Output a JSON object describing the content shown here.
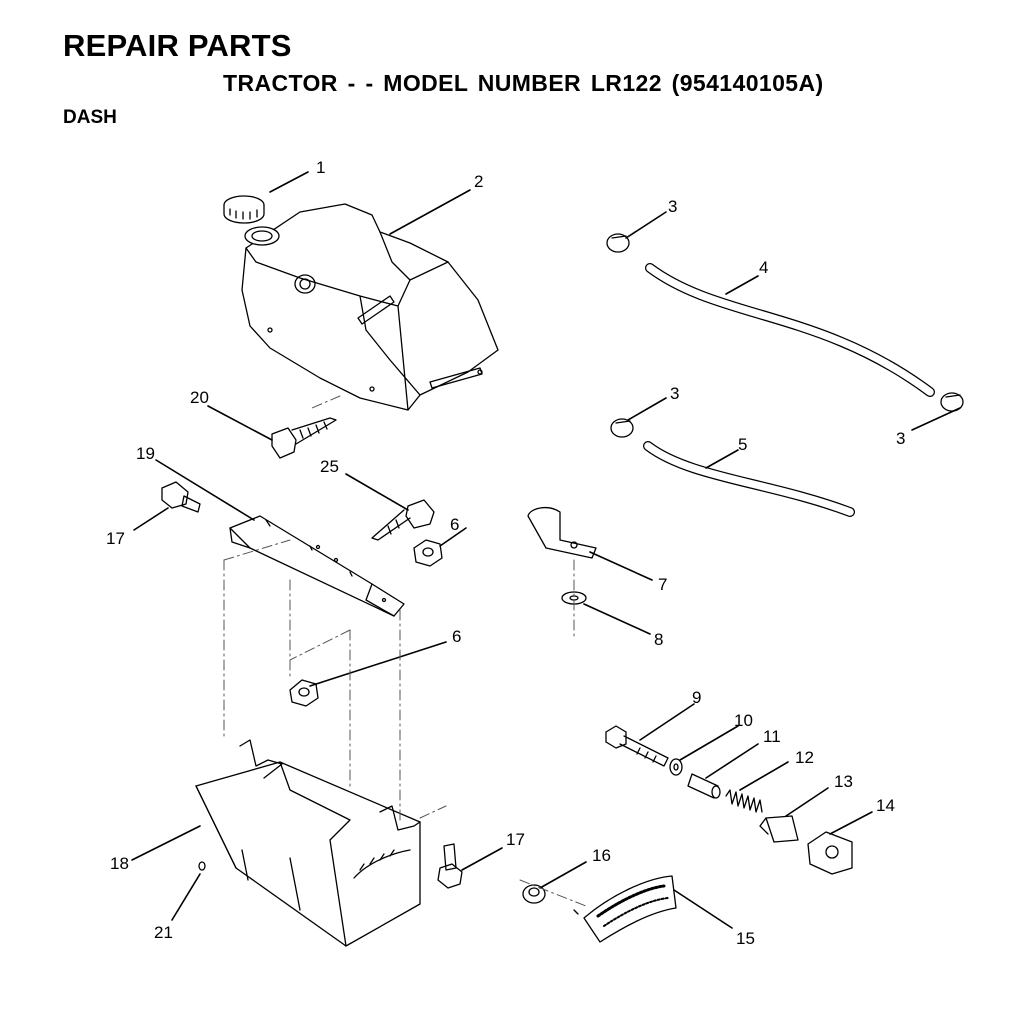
{
  "header": {
    "title": "REPAIR PARTS",
    "subtitle": "TRACTOR - - MODEL NUMBER LR122 (954140105A)",
    "section": "DASH"
  },
  "callouts": [
    "1",
    "2",
    "3",
    "4",
    "3",
    "3",
    "5",
    "20",
    "19",
    "25",
    "17",
    "6",
    "7",
    "8",
    "6",
    "9",
    "10",
    "11",
    "12",
    "13",
    "14",
    "17",
    "16",
    "18",
    "21",
    "15"
  ]
}
